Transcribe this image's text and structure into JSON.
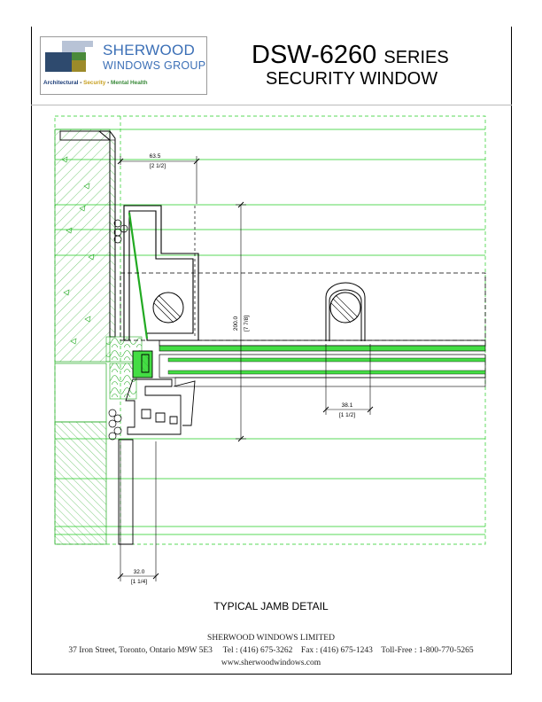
{
  "logo": {
    "name": "SHERWOOD",
    "subname": "WINDOWS GROUP",
    "tag_architectural": "Architectural",
    "tag_sep1": " - ",
    "tag_security": "Security",
    "tag_sep2": " - ",
    "tag_mental": "Mental Health",
    "colors": {
      "navy": "#2e4a6e",
      "blue": "#3b6fb6",
      "olive": "#9c8a2a",
      "green": "#4a8a3a",
      "light": "#b8c3d6"
    }
  },
  "title": {
    "model": "DSW-6260",
    "series": "SERIES",
    "subtitle": "SECURITY WINDOW"
  },
  "drawing": {
    "dimensions": {
      "d1_value": "63.5",
      "d1_frac": "[2 1/2]",
      "d2_value": "200.0",
      "d2_frac": "[7 7/8]",
      "d3_value": "38.1",
      "d3_frac": "[1 1/2]",
      "d4_value": "32.0",
      "d4_frac": "[1 1/4]"
    },
    "colors": {
      "green": "#22cc22",
      "line": "#000000",
      "glass": "#44dd44"
    }
  },
  "caption": "TYPICAL JAMB DETAIL",
  "footer": {
    "company": "SHERWOOD WINDOWS LIMITED",
    "address": "37 Iron Street,   Toronto,   Ontario   M9W 5E3",
    "tel": "Tel :  (416) 675-3262",
    "fax": "Fax :  (416) 675-1243",
    "tollfree": "Toll-Free :  1-800-770-5265",
    "web": "www.sherwoodwindows.com"
  }
}
